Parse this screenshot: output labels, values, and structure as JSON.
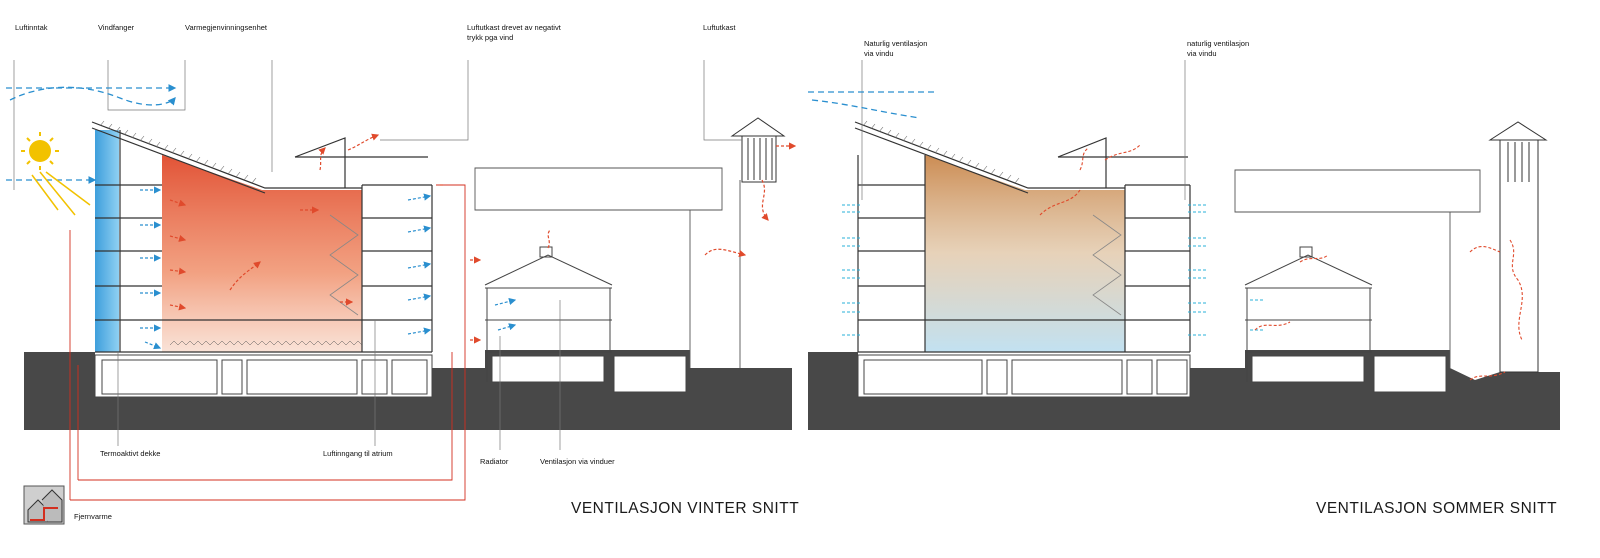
{
  "winter": {
    "title": "VENTILASJON VINTER SNITT",
    "labels": {
      "luftinntak": "Luftinntak",
      "vindfanger": "Vindfanger",
      "varmegjenvinning": "Varmegjenvinningsenhet",
      "luftutkast_negativt_1": "Luftutkast drevet av negativt",
      "luftutkast_negativt_2": "trykk pga vind",
      "luftutkast": "Luftutkast",
      "termoaktivt": "Termoaktivt dekke",
      "luftinngang": "Luftinngang til atrium",
      "radiator": "Radiator",
      "ventilasjon_vinduer": "Ventilasjon via vinduer",
      "fjernvarme": "Fjernvarme"
    }
  },
  "summer": {
    "title": "VENTILASJON SOMMER SNITT",
    "labels": {
      "naturlig_1a": "Naturlig ventilasjon",
      "naturlig_1b": "via vindu",
      "naturlig_2a": "naturlig ventilasjon",
      "naturlig_2b": "via vindu"
    }
  },
  "colors": {
    "ground": "#4a4a4a",
    "warm_air": "#e8553a",
    "cool_air": "#4aa8d8",
    "sun": "#f2c200",
    "glazing": "#5bb4e6",
    "line": "#555555"
  },
  "icons": [
    "sun-icon",
    "district-heating-icon"
  ]
}
